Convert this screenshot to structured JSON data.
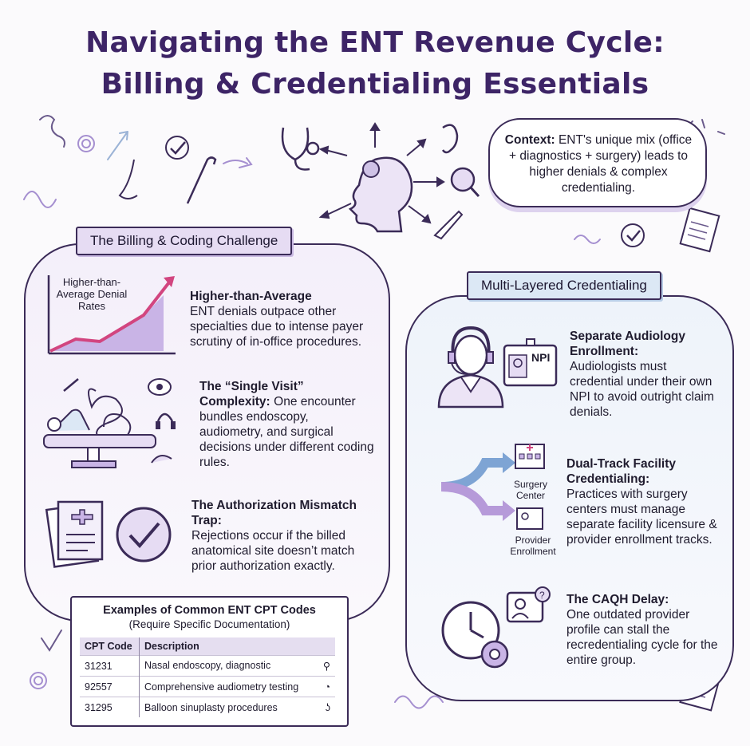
{
  "title": {
    "line1": "Navigating the ENT Revenue Cycle:",
    "line2": "Billing & Credentialing Essentials"
  },
  "context": {
    "label": "Context:",
    "text": "ENT's unique mix (office + diagnostics + surgery) leads to higher denials & complex credentialing."
  },
  "billing": {
    "banner": "The Billing & Coding Challenge",
    "chart_label": "Higher-than-Average Denial Rates",
    "items": [
      {
        "title": "Higher-than-Average",
        "body": "ENT denials outpace other specialties due to intense payer scrutiny of in-office procedures."
      },
      {
        "title": "The “Single Visit” Complexity:",
        "body": "One encounter bundles endoscopy, audiometry, and surgical decisions under different coding rules."
      },
      {
        "title": "The Authorization Mismatch Trap:",
        "body": "Rejections occur if the billed anatomical site doesn’t match prior authorization exactly."
      }
    ]
  },
  "cpt_table": {
    "title": "Examples of Common ENT CPT Codes",
    "subtitle": "(Require Specific Documentation)",
    "headers": [
      "CPT Code",
      "Description"
    ],
    "rows": [
      {
        "code": "31231",
        "description": "Nasal endoscopy, diagnostic",
        "icon": "endoscope-icon"
      },
      {
        "code": "92557",
        "description": "Comprehensive audiometry testing",
        "icon": "ear-sound-icon"
      },
      {
        "code": "31295",
        "description": "Balloon sinuplasty procedures",
        "icon": "nose-icon"
      }
    ]
  },
  "credentialing": {
    "banner": "Multi-Layered Credentialing",
    "npi_label": "NPI",
    "surgery_center_label": "Surgery Center",
    "provider_enrollment_label": "Provider Enrollment",
    "items": [
      {
        "title": "Separate Audiology Enrollment:",
        "body": "Audiologists must credential under their own NPI to avoid outright claim denials."
      },
      {
        "title": "Dual-Track Facility Credentialing:",
        "body": "Practices with surgery centers must manage separate facility licensure & provider enrollment tracks."
      },
      {
        "title": "The CAQH Delay:",
        "body": "One outdated provider profile can stall the recredentialing cycle for the entire group."
      }
    ]
  },
  "colors": {
    "primary_purple": "#3d2466",
    "lavender": "#e6dcf3",
    "light_blue": "#dce8f5",
    "accent_pink": "#d2457f"
  }
}
